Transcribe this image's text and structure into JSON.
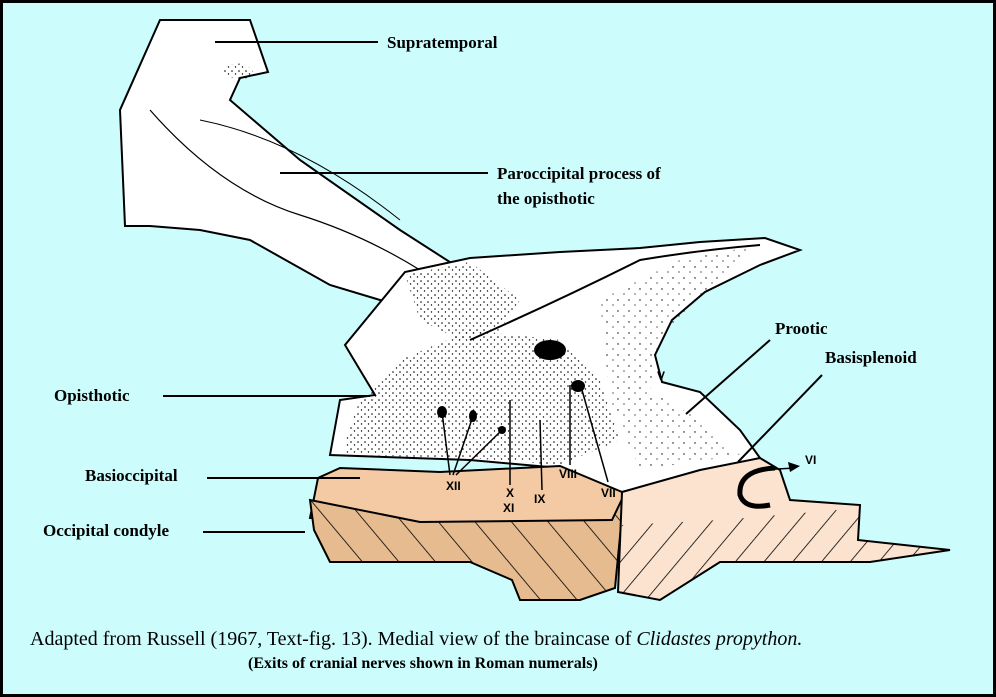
{
  "labels": {
    "supratemporal": "Supratemporal",
    "paroccipital_line1": "Paroccipital process of",
    "paroccipital_line2": "the opisthotic",
    "opisthotic": "Opisthotic",
    "basioccipital": "Basioccipital",
    "occipital_condyle": "Occipital condyle",
    "prootic": "Prootic",
    "basisphenoid": "Basisplenoid"
  },
  "nerves": {
    "v": "V",
    "vi": "VI",
    "vii": "VII",
    "viii": "VIII",
    "ix": "IX",
    "x": "X",
    "xi": "XI",
    "xii": "XII"
  },
  "caption": {
    "main_prefix": "Adapted from Russell (1967, Text-fig. 13). Medial view of the braincase of ",
    "species": "Clidastes propython.",
    "sub": "(Exits of cranial nerves shown in Roman numerals)"
  },
  "colors": {
    "background": "#ccfcfc",
    "basioccipital": "#f3caa4",
    "condyle": "#e6bb8f",
    "basisphenoid": "#fbe3cf"
  }
}
